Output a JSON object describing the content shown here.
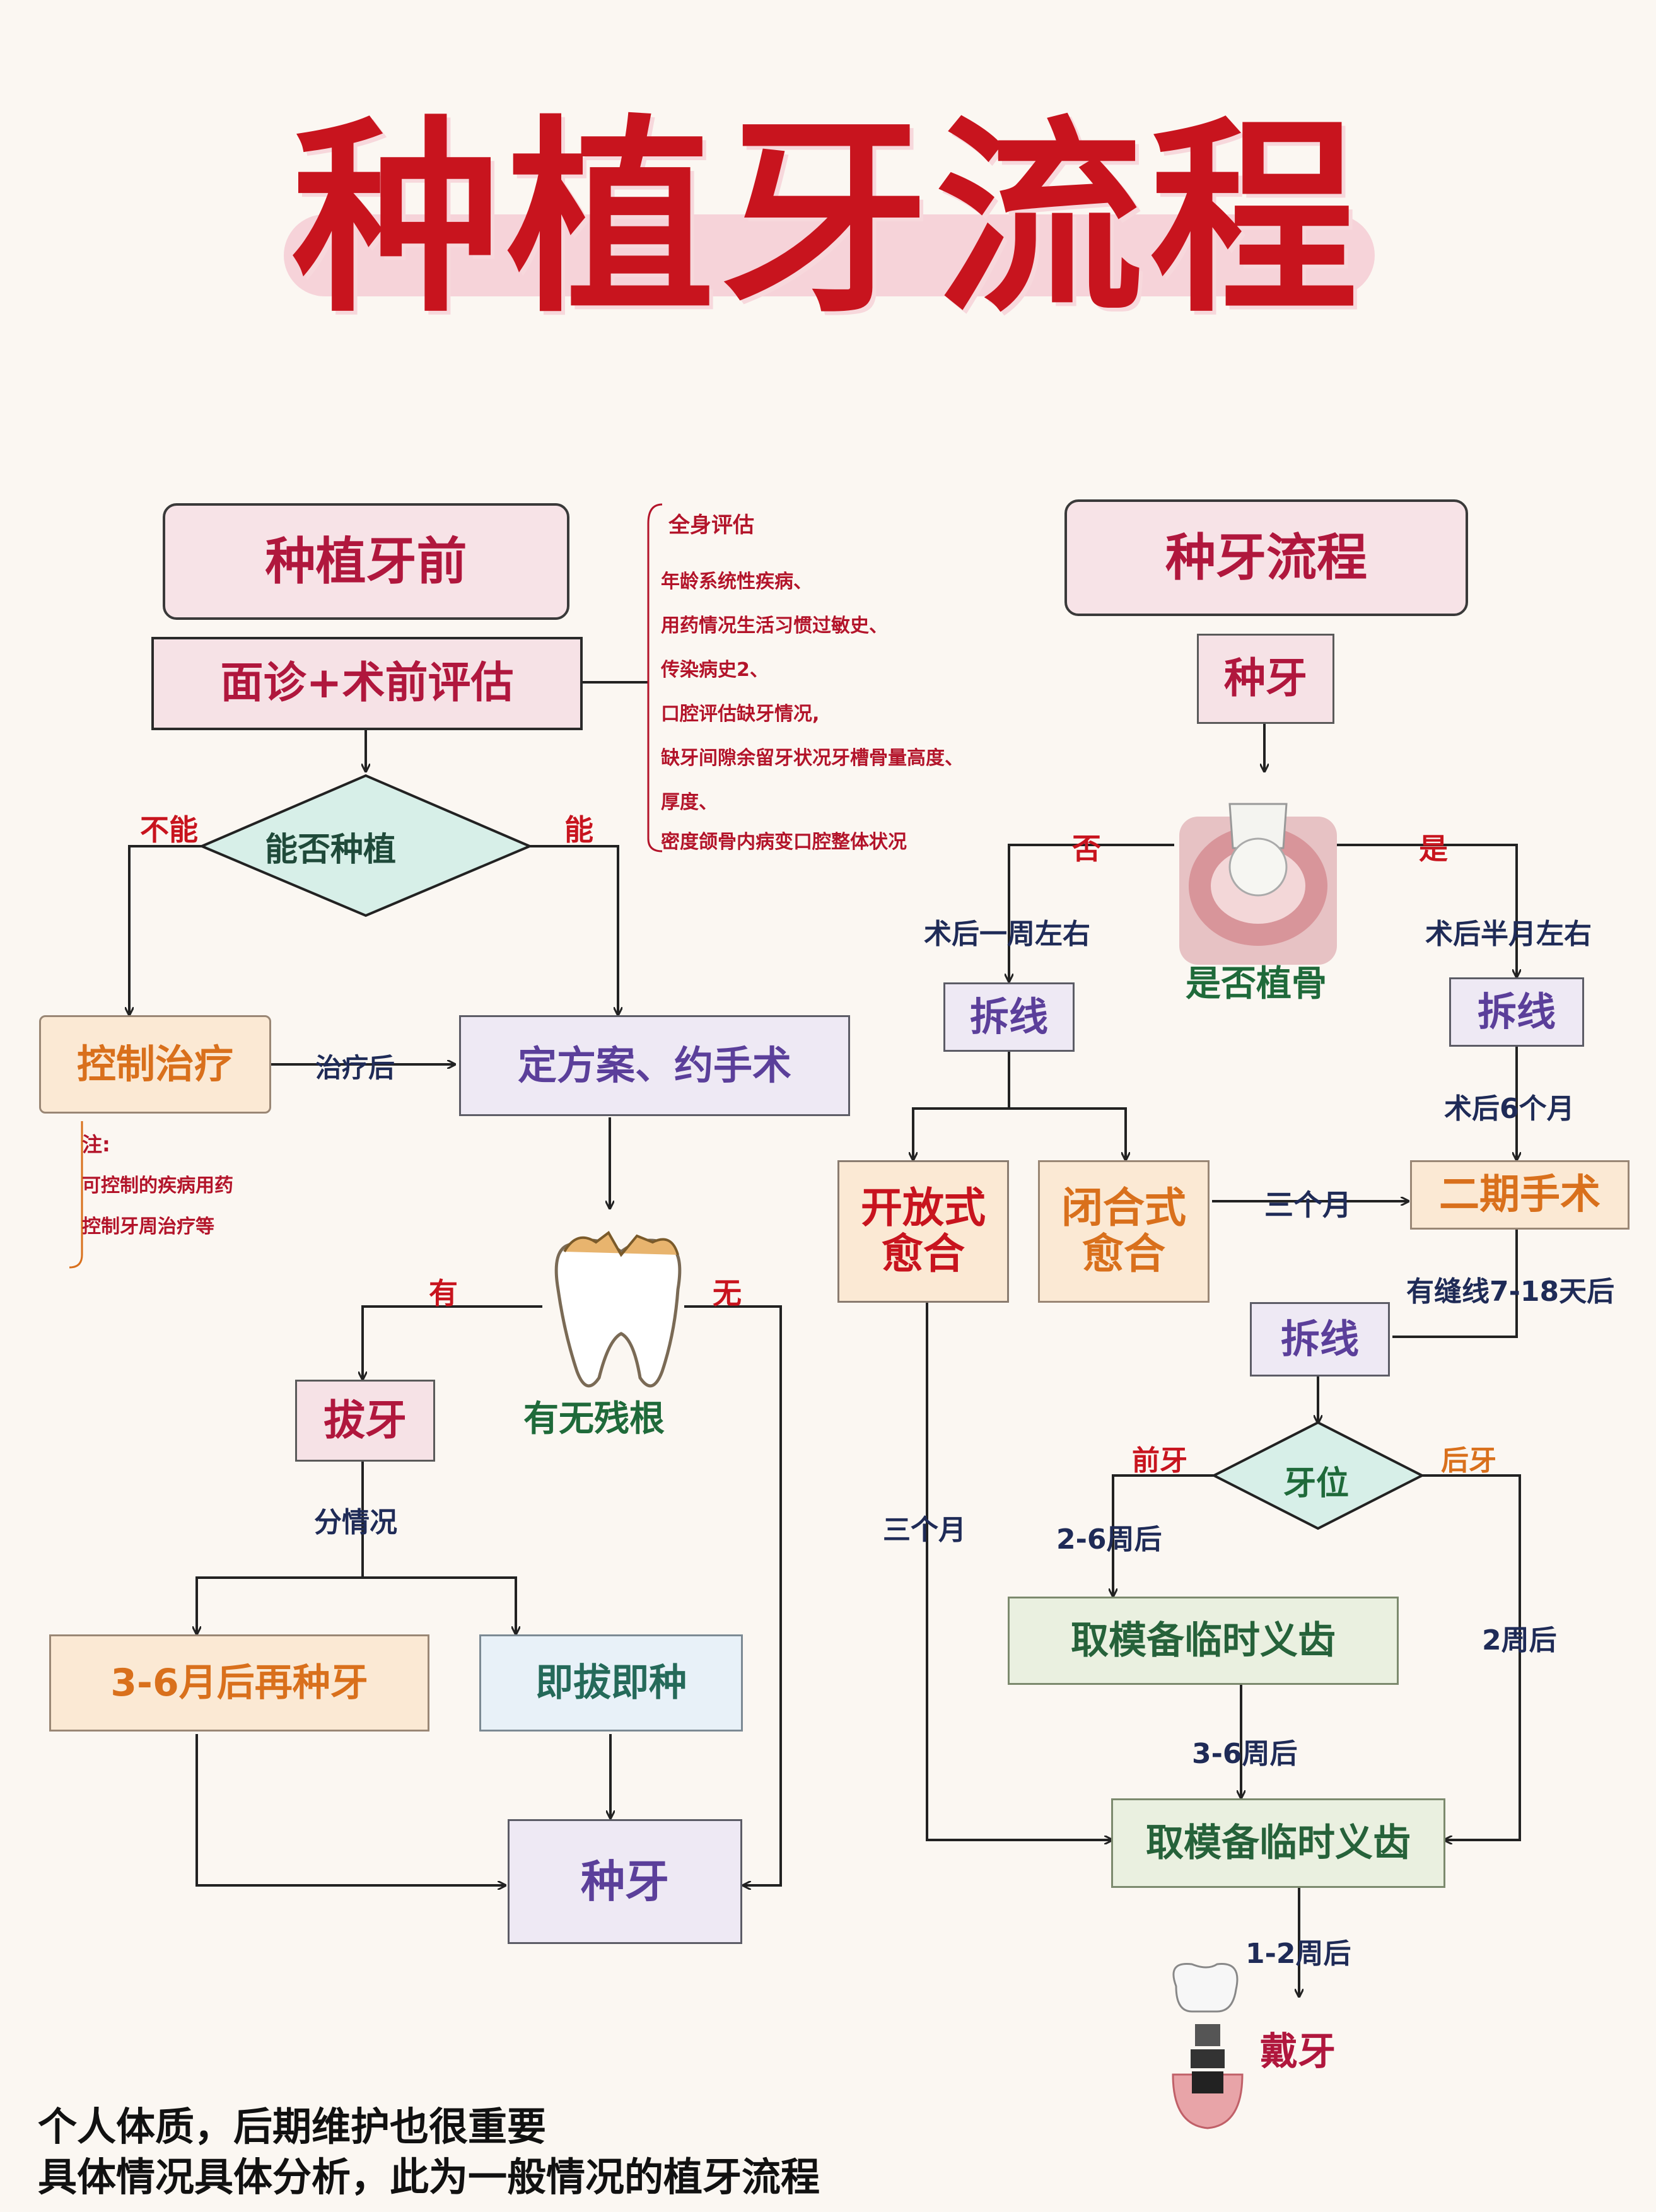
{
  "title": "种植牙流程",
  "left": {
    "header": "种植牙前",
    "consult": "面诊+术前评估",
    "decision": "能否种植",
    "no_label": "不能",
    "yes_label": "能",
    "control": "控制治疗",
    "after_treat": "治疗后",
    "plan": "定方案、约手术",
    "note_title": "注:",
    "note_lines": [
      "可控制的疾病用药",
      "控制牙周治疗等"
    ],
    "root_question": "有无残根",
    "has_label": "有",
    "none_label": "无",
    "extract": "拔牙",
    "by_case": "分情况",
    "later": "3-6月后再种牙",
    "immediate": "即拔即种",
    "implant": "种牙"
  },
  "assessment": {
    "heading": "全身评估",
    "items": [
      "年龄系统性疾病、",
      "用药情况生活习惯过敏史、",
      "传染病史2、",
      "口腔评估缺牙情况,",
      "缺牙间隙余留牙状况牙槽骨量高度、",
      "厚度、",
      "密度颌骨内病变口腔整体状况"
    ]
  },
  "right": {
    "header": "种牙流程",
    "implant": "种牙",
    "bone_q": "是否植骨",
    "no_label": "否",
    "yes_label": "是",
    "week_after": "术后一周左右",
    "halfmonth_after": "术后半月左右",
    "suture_left": "拆线",
    "suture_right": "拆线",
    "six_months": "术后6个月",
    "open_heal": "开放式愈合",
    "closed_heal": "闭合式愈合",
    "three_months_a": "三个月",
    "stage2": "二期手术",
    "with_suture": "有缝线7-18天后",
    "suture_mid": "拆线",
    "tooth_pos": "牙位",
    "front": "前牙",
    "back": "后牙",
    "front_weeks": "2-6周后",
    "back_weeks": "2周后",
    "three_months_b": "三个月",
    "mold1": "取模备临时义齿",
    "weeks_36": "3-6周后",
    "mold2": "取模备临时义齿",
    "weeks_12": "1-2周后",
    "wear": "戴牙"
  },
  "footer": [
    "个人体质，后期维护也很重要",
    "具体情况具体分析，此为一般情况的植牙流程"
  ],
  "colors": {
    "title_red": "#c8141e",
    "pink_box": "#f6e2e6",
    "orange_box": "#fbe9d4",
    "lavender_box": "#eee9f4",
    "green_box": "#eaf0e0",
    "diamond": "#d7efe8"
  }
}
